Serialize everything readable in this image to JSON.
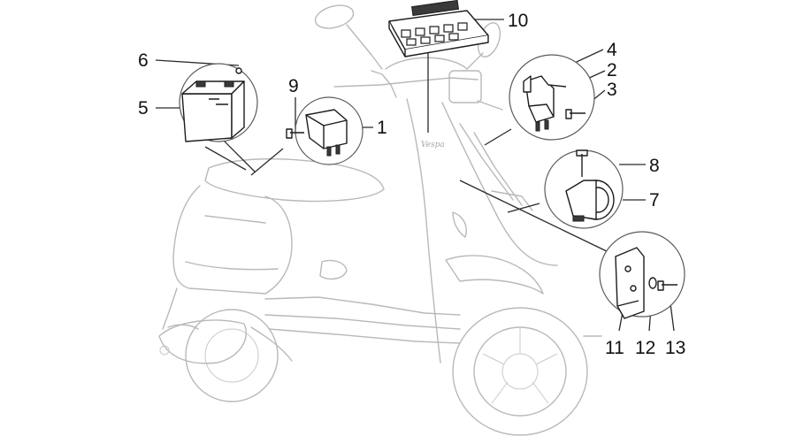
{
  "callouts": [
    {
      "id": "1",
      "label": "1"
    },
    {
      "id": "2",
      "label": "2"
    },
    {
      "id": "3",
      "label": "3"
    },
    {
      "id": "4",
      "label": "4"
    },
    {
      "id": "5",
      "label": "5"
    },
    {
      "id": "6",
      "label": "6"
    },
    {
      "id": "7",
      "label": "7"
    },
    {
      "id": "8",
      "label": "8"
    },
    {
      "id": "9",
      "label": "9"
    },
    {
      "id": "10",
      "label": "10"
    },
    {
      "id": "11",
      "label": "11"
    },
    {
      "id": "12",
      "label": "12"
    },
    {
      "id": "13",
      "label": "13"
    }
  ],
  "brand_script": "Vespa",
  "colors": {
    "ghost_outline": "#b9b9b9",
    "part_outline": "#1c1c1c",
    "callout_text": "#111111"
  }
}
